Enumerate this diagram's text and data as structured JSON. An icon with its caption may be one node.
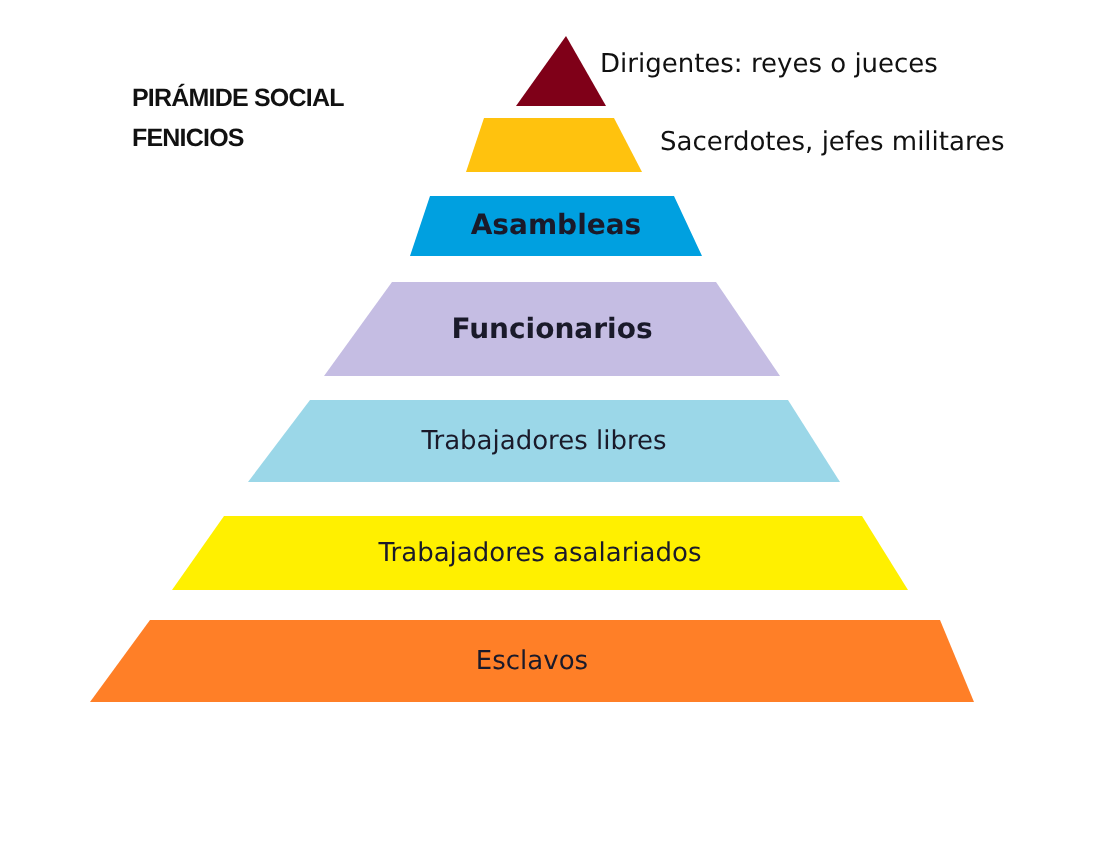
{
  "diagram": {
    "title": "PIRÁMIDE SOCIAL FENICIOS",
    "nodes": [
      {
        "text": [],
        "shape": "triangle",
        "beside": [
          "Dirigentes: reyes o jueces"
        ]
      },
      {
        "text": [],
        "shape": "trapezoid",
        "beside": [
          "Sacerdotes, jefes militares"
        ]
      },
      {
        "text": [
          "Asambleas"
        ]
      },
      {
        "text": [
          "Funcionarios"
        ]
      },
      {
        "text": [
          "Trabajadores libres"
        ]
      },
      {
        "text": [
          "Trabajadores asalariados"
        ]
      },
      {
        "text": [
          "Esclavos"
        ]
      }
    ]
  }
}
